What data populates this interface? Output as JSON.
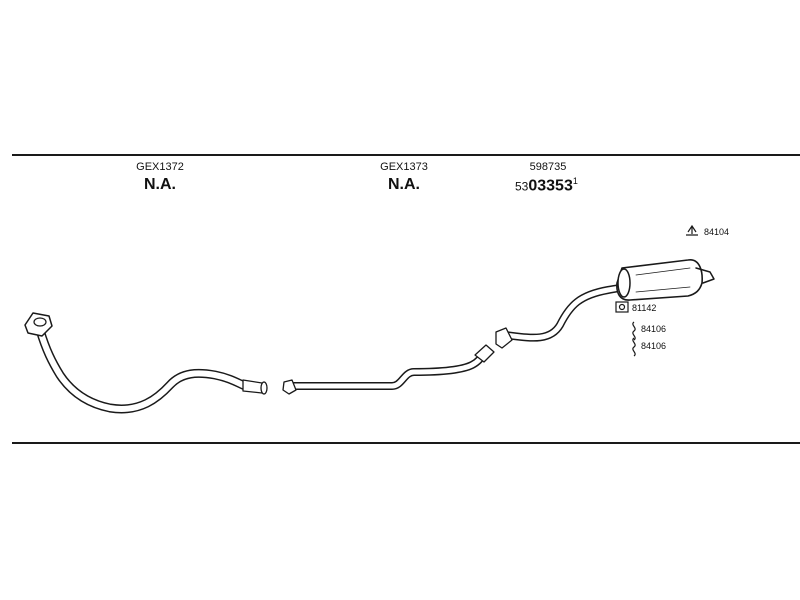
{
  "header": {
    "section1": {
      "code": "GEX1372",
      "status": "N.A."
    },
    "section2": {
      "code": "GEX1373",
      "status": "N.A."
    },
    "section3": {
      "code": "598735",
      "oem_prefix": "53",
      "oem_main": "03353",
      "oem_suffix": "1"
    }
  },
  "parts": {
    "hanger": "84104",
    "gasket": "81142",
    "spring1": "84106",
    "spring2": "84106"
  },
  "colors": {
    "line": "#1a1a1a",
    "pipe_fill": "#ffffff"
  }
}
